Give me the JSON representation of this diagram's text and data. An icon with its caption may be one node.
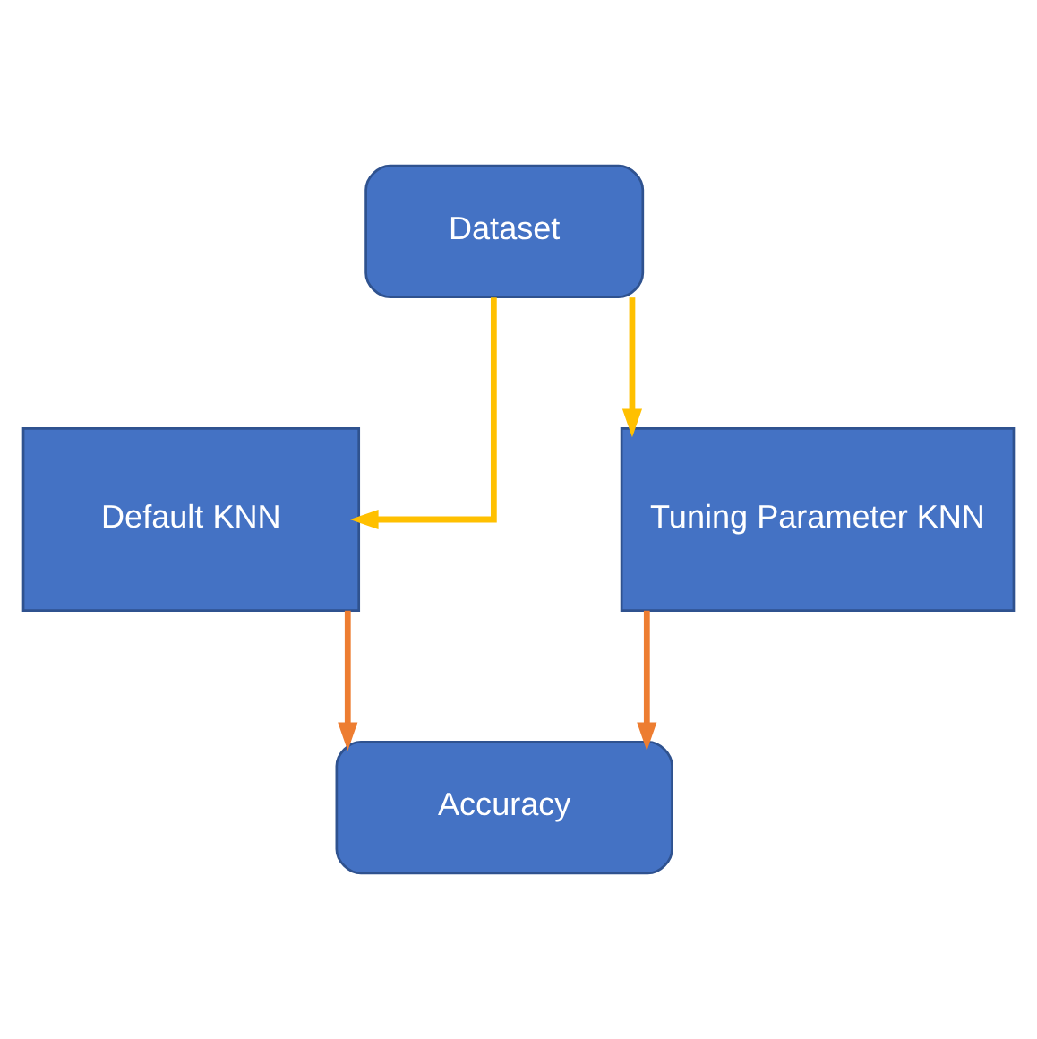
{
  "diagram": {
    "nodes": [
      {
        "text": [
          "Dataset"
        ]
      },
      {
        "text": [
          "Default KNN"
        ]
      },
      {
        "text": [
          "Tuning Parameter KNN"
        ]
      },
      {
        "text": [
          "Accuracy"
        ]
      }
    ],
    "edges": [
      {
        "from": 0,
        "to": 1,
        "arrow": "to",
        "color": "#ffc000"
      },
      {
        "from": 0,
        "to": 2,
        "arrow": "to",
        "color": "#ffc000"
      },
      {
        "from": 1,
        "to": 3,
        "arrow": "to",
        "color": "#ed7d31"
      },
      {
        "from": 2,
        "to": 3,
        "arrow": "to",
        "color": "#ed7d31"
      }
    ]
  }
}
